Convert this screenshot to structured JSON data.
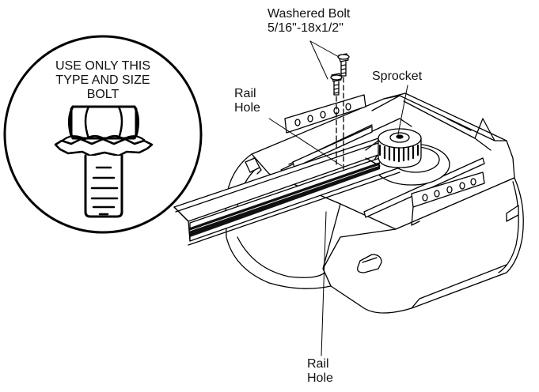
{
  "labels": {
    "bolt_spec_line1": "Washered Bolt",
    "bolt_spec_line2": "5/16\"-18x1/2\"",
    "sprocket": "Sprocket",
    "rail_hole_top_line1": "Rail",
    "rail_hole_top_line2": "Hole",
    "rail_hole_bottom_line1": "Rail",
    "rail_hole_bottom_line2": "Hole"
  },
  "inset": {
    "line1": "USE ONLY THIS",
    "line2": "TYPE AND SIZE",
    "line3": "BOLT"
  },
  "colors": {
    "ink": "#000000",
    "paper": "#ffffff",
    "belt": "#111111"
  }
}
